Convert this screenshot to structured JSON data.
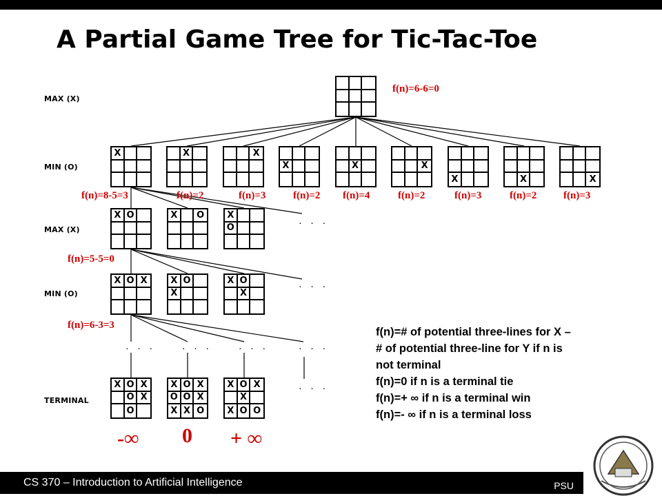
{
  "title": "A Partial Game Tree for Tic-Tac-Toe",
  "levels": {
    "max1": "MAX (X)",
    "min1": "MIN (O)",
    "max2": "MAX (X)",
    "min2": "MIN (O)",
    "terminal": "TERMINAL"
  },
  "f_labels": {
    "root": "f(n)=6-6=0",
    "min_level": [
      "f(n)=8-5=3",
      "f(n)=2",
      "f(n)=3",
      "f(n)=2",
      "f(n)=4",
      "f(n)=2",
      "f(n)=3",
      "f(n)=2",
      "f(n)=3"
    ],
    "max_level": "f(n)=5-5=0",
    "min2_level": "f(n)=6-3=3"
  },
  "boards": {
    "root": [
      "",
      "",
      "",
      "",
      "",
      "",
      "",
      "",
      ""
    ],
    "min1": [
      [
        "X",
        "",
        "",
        "",
        "",
        "",
        "",
        "",
        ""
      ],
      [
        "",
        "X",
        "",
        "",
        "",
        "",
        "",
        "",
        ""
      ],
      [
        "",
        "",
        "X",
        "",
        "",
        "",
        "",
        "",
        ""
      ],
      [
        "",
        "",
        "",
        "X",
        "",
        "",
        "",
        "",
        ""
      ],
      [
        "",
        "",
        "",
        "",
        "X",
        "",
        "",
        "",
        ""
      ],
      [
        "",
        "",
        "",
        "",
        "",
        "X",
        "",
        "",
        ""
      ],
      [
        "",
        "",
        "",
        "",
        "",
        "",
        "X",
        "",
        ""
      ],
      [
        "",
        "",
        "",
        "",
        "",
        "",
        "",
        "X",
        ""
      ],
      [
        "",
        "",
        "",
        "",
        "",
        "",
        "",
        "",
        "X"
      ]
    ],
    "max2": [
      [
        "X",
        "O",
        "",
        "",
        "",
        "",
        "",
        "",
        ""
      ],
      [
        "X",
        "",
        "O",
        "",
        "",
        "",
        "",
        "",
        ""
      ],
      [
        "X",
        "",
        "",
        "O",
        "",
        "",
        "",
        "",
        ""
      ]
    ],
    "min2": [
      [
        "X",
        "O",
        "X",
        "",
        "",
        "",
        "",
        "",
        ""
      ],
      [
        "X",
        "O",
        "",
        "X",
        "",
        "",
        "",
        "",
        ""
      ],
      [
        "X",
        "O",
        "",
        "",
        "X",
        "",
        "",
        "",
        ""
      ]
    ],
    "terminal": [
      [
        "X",
        "O",
        "X",
        "",
        "O",
        "X",
        "",
        "O",
        ""
      ],
      [
        "X",
        "O",
        "X",
        "O",
        "O",
        "X",
        "X",
        "X",
        "O"
      ],
      [
        "X",
        "O",
        "X",
        "",
        "X",
        "",
        "X",
        "O",
        "O"
      ]
    ]
  },
  "ellipsis": "· · ·",
  "utilities": [
    "-∞",
    "0",
    "+ ∞"
  ],
  "legend": [
    "f(n)=# of potential three-lines for X –",
    "# of potential three-line for Y if n is",
    "not terminal",
    "f(n)=0 if n is a terminal tie",
    "f(n)=+ ∞ if n is a terminal win",
    "f(n)=- ∞ if n is a terminal loss"
  ],
  "footer": {
    "course": "CS 370 – Introduction to Artificial Intelligence",
    "school": "PSU"
  },
  "colors": {
    "accent": "#cc0000",
    "bar": "#000000"
  }
}
